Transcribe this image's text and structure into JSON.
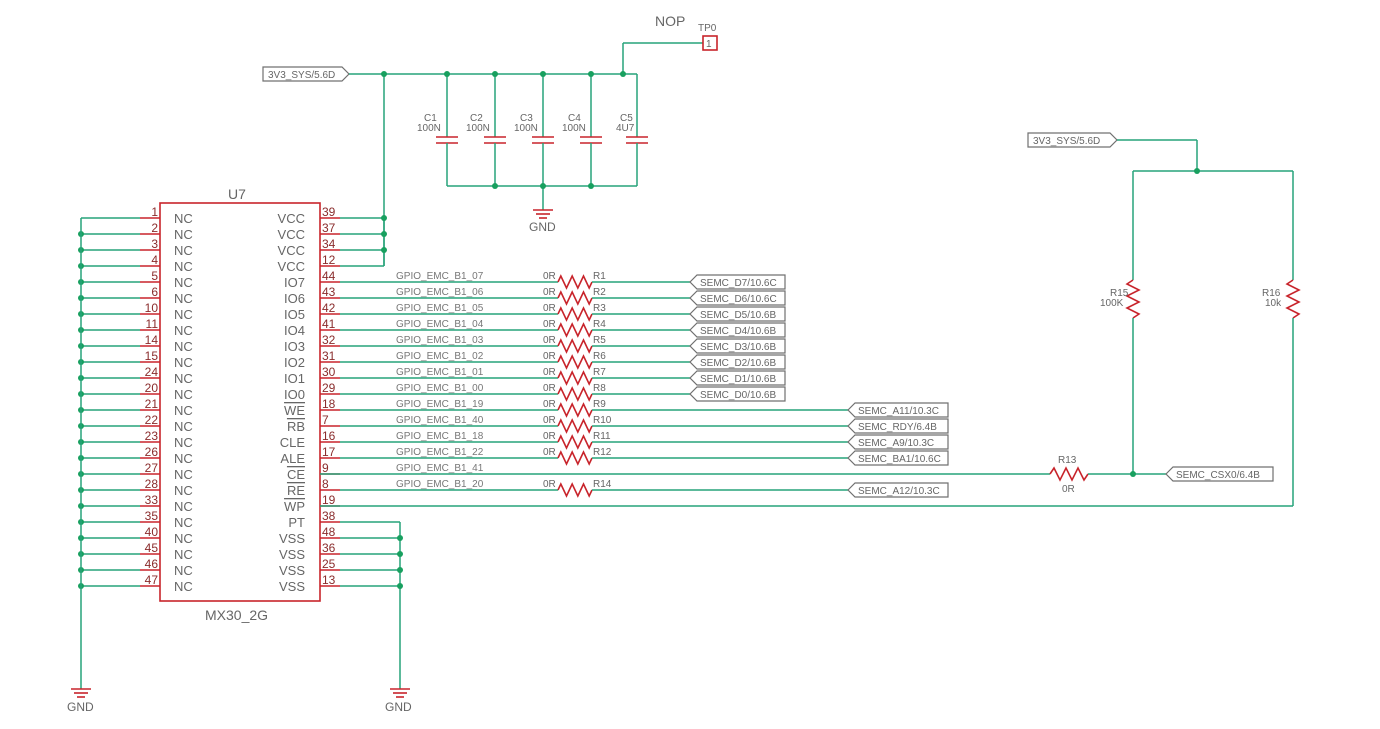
{
  "ic": {
    "refdes": "U7",
    "value": "MX30_2G",
    "left_pins": [
      {
        "num": "1",
        "name": "NC"
      },
      {
        "num": "2",
        "name": "NC"
      },
      {
        "num": "3",
        "name": "NC"
      },
      {
        "num": "4",
        "name": "NC"
      },
      {
        "num": "5",
        "name": "NC"
      },
      {
        "num": "6",
        "name": "NC"
      },
      {
        "num": "10",
        "name": "NC"
      },
      {
        "num": "11",
        "name": "NC"
      },
      {
        "num": "14",
        "name": "NC"
      },
      {
        "num": "15",
        "name": "NC"
      },
      {
        "num": "24",
        "name": "NC"
      },
      {
        "num": "20",
        "name": "NC"
      },
      {
        "num": "21",
        "name": "NC"
      },
      {
        "num": "22",
        "name": "NC"
      },
      {
        "num": "23",
        "name": "NC"
      },
      {
        "num": "26",
        "name": "NC"
      },
      {
        "num": "27",
        "name": "NC"
      },
      {
        "num": "28",
        "name": "NC"
      },
      {
        "num": "33",
        "name": "NC"
      },
      {
        "num": "35",
        "name": "NC"
      },
      {
        "num": "40",
        "name": "NC"
      },
      {
        "num": "45",
        "name": "NC"
      },
      {
        "num": "46",
        "name": "NC"
      },
      {
        "num": "47",
        "name": "NC"
      }
    ],
    "right_pins": [
      {
        "num": "39",
        "name": "VCC"
      },
      {
        "num": "37",
        "name": "VCC"
      },
      {
        "num": "34",
        "name": "VCC"
      },
      {
        "num": "12",
        "name": "VCC"
      },
      {
        "num": "44",
        "name": "IO7"
      },
      {
        "num": "43",
        "name": "IO6"
      },
      {
        "num": "42",
        "name": "IO5"
      },
      {
        "num": "41",
        "name": "IO4"
      },
      {
        "num": "32",
        "name": "IO3"
      },
      {
        "num": "31",
        "name": "IO2"
      },
      {
        "num": "30",
        "name": "IO1"
      },
      {
        "num": "29",
        "name": "IO0"
      },
      {
        "num": "18",
        "name": "WE"
      },
      {
        "num": "7",
        "name": "RB"
      },
      {
        "num": "16",
        "name": "CLE"
      },
      {
        "num": "17",
        "name": "ALE"
      },
      {
        "num": "9",
        "name": "CE"
      },
      {
        "num": "8",
        "name": "RE"
      },
      {
        "num": "19",
        "name": "WP"
      },
      {
        "num": "38",
        "name": "PT"
      },
      {
        "num": "48",
        "name": "VSS"
      },
      {
        "num": "36",
        "name": "VSS"
      },
      {
        "num": "25",
        "name": "VSS"
      },
      {
        "num": "13",
        "name": "VSS"
      }
    ]
  },
  "nets": [
    {
      "gpio": "GPIO_EMC_B1_07",
      "res_val": "0R",
      "res_ref": "R1",
      "label": "SEMC_D7/10.6C"
    },
    {
      "gpio": "GPIO_EMC_B1_06",
      "res_val": "0R",
      "res_ref": "R2",
      "label": "SEMC_D6/10.6C"
    },
    {
      "gpio": "GPIO_EMC_B1_05",
      "res_val": "0R",
      "res_ref": "R3",
      "label": "SEMC_D5/10.6B"
    },
    {
      "gpio": "GPIO_EMC_B1_04",
      "res_val": "0R",
      "res_ref": "R4",
      "label": "SEMC_D4/10.6B"
    },
    {
      "gpio": "GPIO_EMC_B1_03",
      "res_val": "0R",
      "res_ref": "R5",
      "label": "SEMC_D3/10.6B"
    },
    {
      "gpio": "GPIO_EMC_B1_02",
      "res_val": "0R",
      "res_ref": "R6",
      "label": "SEMC_D2/10.6B"
    },
    {
      "gpio": "GPIO_EMC_B1_01",
      "res_val": "0R",
      "res_ref": "R7",
      "label": "SEMC_D1/10.6B"
    },
    {
      "gpio": "GPIO_EMC_B1_00",
      "res_val": "0R",
      "res_ref": "R8",
      "label": "SEMC_D0/10.6B"
    },
    {
      "gpio": "GPIO_EMC_B1_19",
      "res_val": "0R",
      "res_ref": "R9",
      "label": "SEMC_A11/10.3C"
    },
    {
      "gpio": "GPIO_EMC_B1_40",
      "res_val": "0R",
      "res_ref": "R10",
      "label": "SEMC_RDY/6.4B"
    },
    {
      "gpio": "GPIO_EMC_B1_18",
      "res_val": "0R",
      "res_ref": "R11",
      "label": "SEMC_A9/10.3C"
    },
    {
      "gpio": "GPIO_EMC_B1_22",
      "res_val": "0R",
      "res_ref": "R12",
      "label": "SEMC_BA1/10.6C"
    },
    {
      "gpio": "GPIO_EMC_B1_41",
      "res_val": "",
      "res_ref": "",
      "label": ""
    },
    {
      "gpio": "GPIO_EMC_B1_20",
      "res_val": "0R",
      "res_ref": "R14",
      "label": "SEMC_A12/10.3C"
    }
  ],
  "power": {
    "vcc_label": "3V3_SYS/5.6D",
    "vcc_label2": "3V3_SYS/5.6D",
    "gnd": "GND",
    "gnd_left": "GND",
    "gnd_right": "GND"
  },
  "caps": [
    {
      "ref": "C1",
      "val": "100N"
    },
    {
      "ref": "C2",
      "val": "100N"
    },
    {
      "ref": "C3",
      "val": "100N"
    },
    {
      "ref": "C4",
      "val": "100N"
    },
    {
      "ref": "C5",
      "val": "4U7"
    }
  ],
  "testpoint": {
    "ref": "TP0",
    "note": "NOP",
    "pin": "1"
  },
  "r13": {
    "ref": "R13",
    "val": "0R",
    "label": "SEMC_CSX0/6.4B"
  },
  "r15": {
    "ref": "R15",
    "val": "100K"
  },
  "r16": {
    "ref": "R16",
    "val": "10k"
  },
  "colors": {
    "wire": "#27a37a",
    "part": "#c8242b",
    "junction": "#18a05f",
    "text": "#666666"
  }
}
